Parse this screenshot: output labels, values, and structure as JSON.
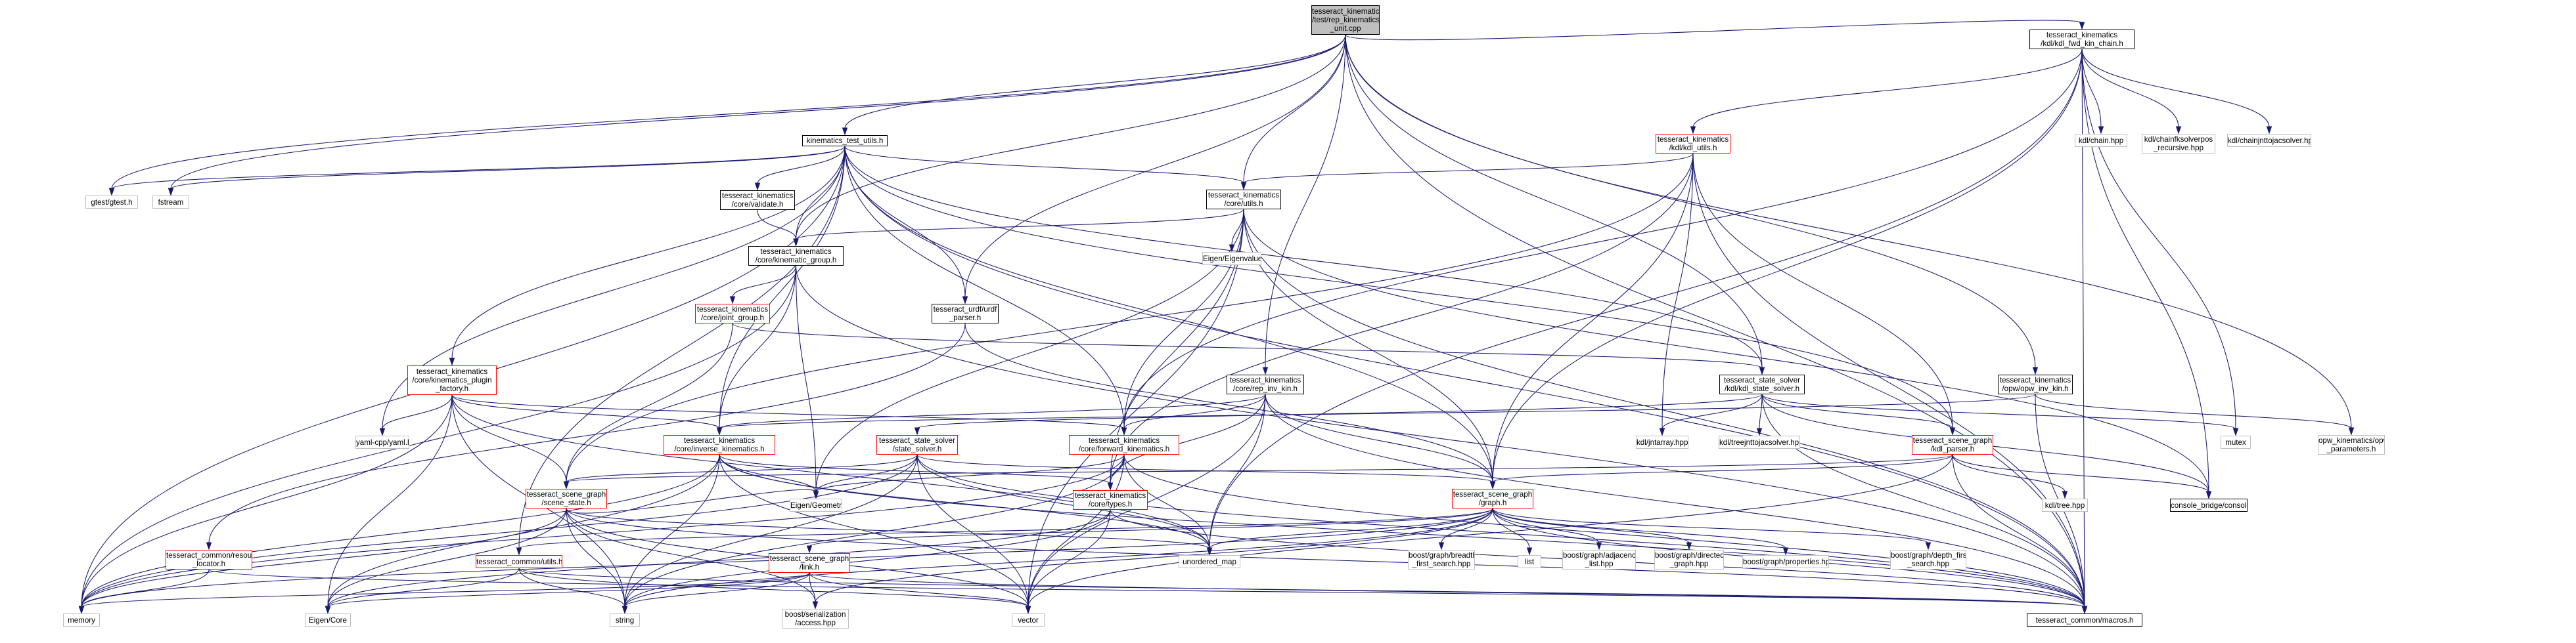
{
  "diagram": {
    "nodes": {
      "root": [
        "tesseract_kinematics",
        "/test/rep_kinematics",
        "_unit.cpp"
      ],
      "kdl_fwd": [
        "tesseract_kinematics",
        "/kdl/kdl_fwd_kin_chain.h"
      ],
      "test_utils": [
        "kinematics_test_utils.h"
      ],
      "gtest": [
        "gtest/gtest.h"
      ],
      "fstream": [
        "fstream"
      ],
      "validate": [
        "tesseract_kinematics",
        "/core/validate.h"
      ],
      "core_utils": [
        "tesseract_kinematics",
        "/core/utils.h"
      ],
      "kdl_utils": [
        "tesseract_kinematics",
        "/kdl/kdl_utils.h"
      ],
      "kdl_chain": [
        "kdl/chain.hpp"
      ],
      "kdl_chainfk": [
        "kdl/chainfksolverpos",
        "_recursive.hpp"
      ],
      "kdl_chainjnt": [
        "kdl/chainjnttojacsolver.hpp"
      ],
      "kin_group": [
        "tesseract_kinematics",
        "/core/kinematic_group.h"
      ],
      "eigenvalues": [
        "Eigen/Eigenvalues"
      ],
      "joint_group": [
        "tesseract_kinematics",
        "/core/joint_group.h"
      ],
      "urdf_parser": [
        "tesseract_urdf/urdf",
        "_parser.h"
      ],
      "plugin_factory": [
        "tesseract_kinematics",
        "/core/kinematics_plugin",
        "_factory.h"
      ],
      "rep_inv": [
        "tesseract_kinematics",
        "/core/rep_inv_kin.h"
      ],
      "state_solver_kdl": [
        "tesseract_state_solver",
        "/kdl/kdl_state_solver.h"
      ],
      "opw_inv": [
        "tesseract_kinematics",
        "/opw/opw_inv_kin.h"
      ],
      "yaml": [
        "yaml-cpp/yaml.h"
      ],
      "inv_kin": [
        "tesseract_kinematics",
        "/core/inverse_kinematics.h"
      ],
      "state_solver": [
        "tesseract_state_solver",
        "/state_solver.h"
      ],
      "fwd_kin": [
        "tesseract_kinematics",
        "/core/forward_kinematics.h"
      ],
      "kdl_jntarray": [
        "kdl/jntarray.hpp"
      ],
      "kdl_treejnt": [
        "kdl/treejnttojacsolver.hpp"
      ],
      "kdl_parser": [
        "tesseract_scene_graph",
        "/kdl_parser.h"
      ],
      "mutex": [
        "mutex"
      ],
      "opw_params": [
        "opw_kinematics/opw",
        "_parameters.h"
      ],
      "scene_state": [
        "tesseract_scene_graph",
        "/scene_state.h"
      ],
      "eigen_geometry": [
        "Eigen/Geometry"
      ],
      "types": [
        "tesseract_kinematics",
        "/core/types.h"
      ],
      "graph": [
        "tesseract_scene_graph",
        "/graph.h"
      ],
      "kdl_tree": [
        "kdl/tree.hpp"
      ],
      "console_bridge": [
        "console_bridge/console.h"
      ],
      "resource_locator": [
        "tesseract_common/resource",
        "_locator.h"
      ],
      "common_utils": [
        "tesseract_common/utils.h"
      ],
      "unordered_map": [
        "unordered_map"
      ],
      "boost_bfs": [
        "boost/graph/breadth",
        "_first_search.hpp"
      ],
      "list": [
        "list"
      ],
      "boost_adj": [
        "boost/graph/adjacency",
        "_list.hpp"
      ],
      "boost_directed": [
        "boost/graph/directed",
        "_graph.hpp"
      ],
      "boost_props": [
        "boost/graph/properties.hpp"
      ],
      "boost_dfs": [
        "boost/graph/depth_first",
        "_search.hpp"
      ],
      "link": [
        "tesseract_scene_graph",
        "/link.h"
      ],
      "memory": [
        "memory"
      ],
      "eigen_core": [
        "Eigen/Core"
      ],
      "string": [
        "string"
      ],
      "boost_serial": [
        "boost/serialization",
        "/access.hpp"
      ],
      "vector": [
        "vector"
      ],
      "macros": [
        "tesseract_common/macros.h"
      ]
    },
    "edges": [
      [
        "root",
        "kdl_fwd"
      ],
      [
        "root",
        "test_utils"
      ],
      [
        "root",
        "gtest"
      ],
      [
        "root",
        "fstream"
      ],
      [
        "root",
        "core_utils"
      ],
      [
        "root",
        "kin_group"
      ],
      [
        "root",
        "urdf_parser"
      ],
      [
        "root",
        "rep_inv"
      ],
      [
        "root",
        "state_solver_kdl"
      ],
      [
        "root",
        "opw_inv"
      ],
      [
        "root",
        "opw_params"
      ],
      [
        "root",
        "macros"
      ],
      [
        "kdl_fwd",
        "kdl_utils"
      ],
      [
        "kdl_fwd",
        "kdl_chain"
      ],
      [
        "kdl_fwd",
        "kdl_chainfk"
      ],
      [
        "kdl_fwd",
        "kdl_chainjnt"
      ],
      [
        "kdl_fwd",
        "fwd_kin"
      ],
      [
        "kdl_fwd",
        "graph"
      ],
      [
        "kdl_fwd",
        "mutex"
      ],
      [
        "kdl_fwd",
        "console_bridge"
      ],
      [
        "kdl_fwd",
        "unordered_map"
      ],
      [
        "kdl_fwd",
        "macros"
      ],
      [
        "test_utils",
        "gtest"
      ],
      [
        "test_utils",
        "fstream"
      ],
      [
        "test_utils",
        "validate"
      ],
      [
        "test_utils",
        "core_utils"
      ],
      [
        "test_utils",
        "kin_group"
      ],
      [
        "test_utils",
        "urdf_parser"
      ],
      [
        "test_utils",
        "plugin_factory"
      ],
      [
        "test_utils",
        "yaml"
      ],
      [
        "test_utils",
        "inv_kin"
      ],
      [
        "test_utils",
        "fwd_kin"
      ],
      [
        "test_utils",
        "state_solver_kdl"
      ],
      [
        "test_utils",
        "graph"
      ],
      [
        "test_utils",
        "memory"
      ],
      [
        "test_utils",
        "common_utils"
      ],
      [
        "test_utils",
        "macros"
      ],
      [
        "test_utils",
        "kdl_parser"
      ],
      [
        "validate",
        "kin_group"
      ],
      [
        "core_utils",
        "kin_group"
      ],
      [
        "core_utils",
        "eigenvalues"
      ],
      [
        "core_utils",
        "fwd_kin"
      ],
      [
        "core_utils",
        "types"
      ],
      [
        "core_utils",
        "eigen_geometry"
      ],
      [
        "core_utils",
        "graph"
      ],
      [
        "core_utils",
        "console_bridge"
      ],
      [
        "core_utils",
        "vector"
      ],
      [
        "core_utils",
        "macros"
      ],
      [
        "kdl_utils",
        "core_utils"
      ],
      [
        "kdl_utils",
        "kdl_jntarray"
      ],
      [
        "kdl_utils",
        "kdl_parser"
      ],
      [
        "kdl_utils",
        "graph"
      ],
      [
        "kdl_utils",
        "types"
      ],
      [
        "kdl_utils",
        "macros"
      ],
      [
        "kdl_utils",
        "scene_state"
      ],
      [
        "kin_group",
        "joint_group"
      ],
      [
        "kin_group",
        "inv_kin"
      ],
      [
        "kin_group",
        "eigen_geometry"
      ],
      [
        "kin_group",
        "memory"
      ],
      [
        "kin_group",
        "macros"
      ],
      [
        "joint_group",
        "scene_state"
      ],
      [
        "joint_group",
        "state_solver_kdl"
      ],
      [
        "urdf_parser",
        "resource_locator"
      ],
      [
        "urdf_parser",
        "graph"
      ],
      [
        "plugin_factory",
        "inv_kin"
      ],
      [
        "plugin_factory",
        "fwd_kin"
      ],
      [
        "plugin_factory",
        "scene_state"
      ],
      [
        "plugin_factory",
        "yaml"
      ],
      [
        "plugin_factory",
        "memory"
      ],
      [
        "plugin_factory",
        "string"
      ],
      [
        "plugin_factory",
        "eigen_core"
      ],
      [
        "plugin_factory",
        "unordered_map"
      ],
      [
        "rep_inv",
        "inv_kin"
      ],
      [
        "rep_inv",
        "fwd_kin"
      ],
      [
        "rep_inv",
        "types"
      ],
      [
        "rep_inv",
        "graph"
      ],
      [
        "rep_inv",
        "vector"
      ],
      [
        "rep_inv",
        "unordered_map"
      ],
      [
        "rep_inv",
        "macros"
      ],
      [
        "state_solver_kdl",
        "state_solver"
      ],
      [
        "state_solver_kdl",
        "kdl_parser"
      ],
      [
        "state_solver_kdl",
        "kdl_jntarray"
      ],
      [
        "state_solver_kdl",
        "kdl_treejnt"
      ],
      [
        "state_solver_kdl",
        "mutex"
      ],
      [
        "state_solver_kdl",
        "console_bridge"
      ],
      [
        "state_solver_kdl",
        "macros"
      ],
      [
        "opw_inv",
        "inv_kin"
      ],
      [
        "opw_inv",
        "opw_params"
      ],
      [
        "opw_inv",
        "macros"
      ],
      [
        "inv_kin",
        "types"
      ],
      [
        "inv_kin",
        "eigen_geometry"
      ],
      [
        "inv_kin",
        "vector"
      ],
      [
        "inv_kin",
        "memory"
      ],
      [
        "inv_kin",
        "string"
      ],
      [
        "inv_kin",
        "unordered_map"
      ],
      [
        "inv_kin",
        "macros"
      ],
      [
        "inv_kin",
        "eigen_core"
      ],
      [
        "state_solver",
        "scene_state"
      ],
      [
        "state_solver",
        "graph"
      ],
      [
        "state_solver",
        "eigen_geometry"
      ],
      [
        "state_solver",
        "memory"
      ],
      [
        "state_solver",
        "vector"
      ],
      [
        "state_solver",
        "string"
      ],
      [
        "state_solver",
        "macros"
      ],
      [
        "state_solver",
        "unordered_map"
      ],
      [
        "fwd_kin",
        "types"
      ],
      [
        "fwd_kin",
        "eigen_geometry"
      ],
      [
        "fwd_kin",
        "vector"
      ],
      [
        "fwd_kin",
        "memory"
      ],
      [
        "fwd_kin",
        "string"
      ],
      [
        "fwd_kin",
        "unordered_map"
      ],
      [
        "fwd_kin",
        "macros"
      ],
      [
        "kdl_parser",
        "graph"
      ],
      [
        "kdl_parser",
        "kdl_tree"
      ],
      [
        "kdl_parser",
        "console_bridge"
      ],
      [
        "kdl_parser",
        "macros"
      ],
      [
        "kdl_parser",
        "vector"
      ],
      [
        "kdl_parser",
        "scene_state"
      ],
      [
        "scene_state",
        "eigen_core"
      ],
      [
        "scene_state",
        "eigen_geometry"
      ],
      [
        "scene_state",
        "unordered_map"
      ],
      [
        "scene_state",
        "string"
      ],
      [
        "scene_state",
        "vector"
      ],
      [
        "scene_state",
        "boost_serial"
      ],
      [
        "scene_state",
        "macros"
      ],
      [
        "scene_state",
        "memory"
      ],
      [
        "types",
        "vector"
      ],
      [
        "types",
        "string"
      ],
      [
        "types",
        "eigen_core"
      ],
      [
        "types",
        "macros"
      ],
      [
        "graph",
        "link"
      ],
      [
        "graph",
        "unordered_map"
      ],
      [
        "graph",
        "boost_bfs"
      ],
      [
        "graph",
        "list"
      ],
      [
        "graph",
        "boost_adj"
      ],
      [
        "graph",
        "boost_directed"
      ],
      [
        "graph",
        "boost_props"
      ],
      [
        "graph",
        "boost_dfs"
      ],
      [
        "graph",
        "string"
      ],
      [
        "graph",
        "common_utils"
      ],
      [
        "graph",
        "macros"
      ],
      [
        "graph",
        "boost_serial"
      ],
      [
        "graph",
        "memory"
      ],
      [
        "link",
        "memory"
      ],
      [
        "link",
        "string"
      ],
      [
        "link",
        "vector"
      ],
      [
        "link",
        "eigen_core"
      ],
      [
        "link",
        "boost_serial"
      ],
      [
        "link",
        "macros"
      ],
      [
        "resource_locator",
        "memory"
      ],
      [
        "resource_locator",
        "macros"
      ],
      [
        "common_utils",
        "eigen_core"
      ],
      [
        "common_utils",
        "string"
      ],
      [
        "common_utils",
        "vector"
      ],
      [
        "common_utils",
        "macros"
      ]
    ]
  },
  "colors": {
    "edge": "#191970",
    "node_border": "#000000",
    "external_border": "#bfbfbf",
    "incomplete_border": "#ff0000",
    "root_fill": "#bfbfbf"
  }
}
